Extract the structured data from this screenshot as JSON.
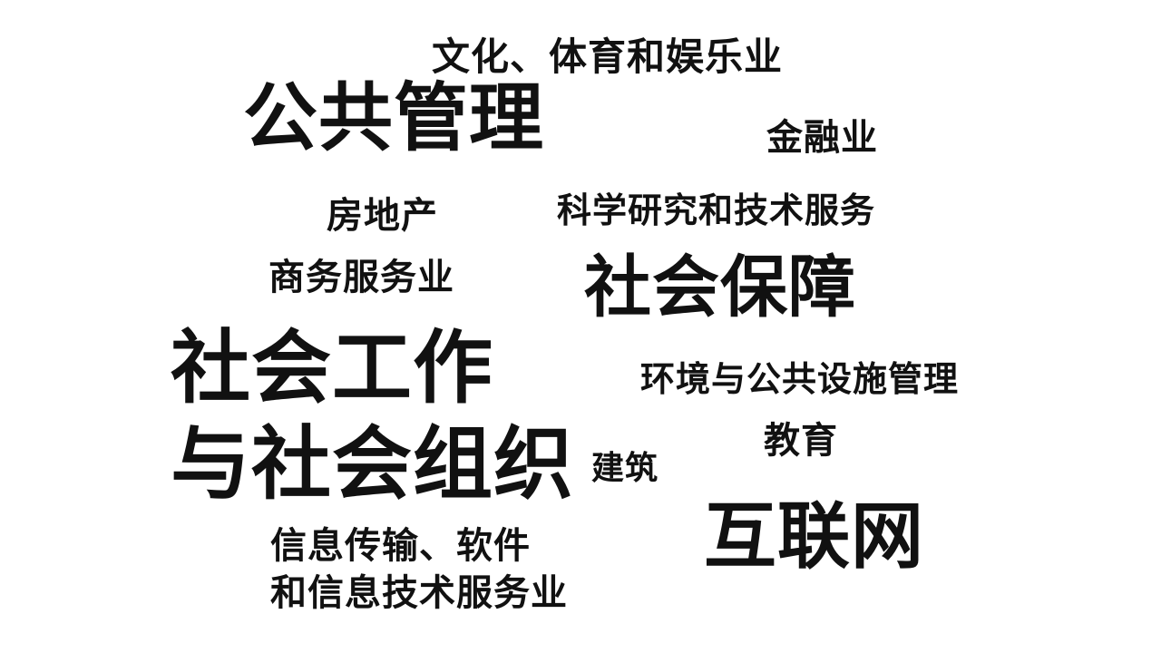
{
  "chart_data": {
    "type": "wordcloud",
    "title": "",
    "background_color": "#ffffff",
    "text_color": "#111111",
    "legend": "none",
    "words": [
      {
        "text": "文化、体育和娱乐业",
        "size": 42
      },
      {
        "text": "公共管理",
        "size": 82
      },
      {
        "text": "金融业",
        "size": 40
      },
      {
        "text": "房地产",
        "size": 40
      },
      {
        "text": "科学研究和技术服务",
        "size": 38
      },
      {
        "text": "商务服务业",
        "size": 40
      },
      {
        "text": "社会保障",
        "size": 74
      },
      {
        "text": "社会工作",
        "size": 88
      },
      {
        "text": "环境与公共设施管理",
        "size": 38
      },
      {
        "text": "教育",
        "size": 40
      },
      {
        "text": "与社会组织",
        "size": 88
      },
      {
        "text": "建筑",
        "size": 36
      },
      {
        "text": "互联网",
        "size": 80
      },
      {
        "text": "信息传输、软件",
        "size": 40
      },
      {
        "text": "和信息技术服务业",
        "size": 40
      }
    ],
    "multiline_terms": [
      "社会工作与社会组织",
      "信息传输、软件和信息技术服务业"
    ]
  }
}
